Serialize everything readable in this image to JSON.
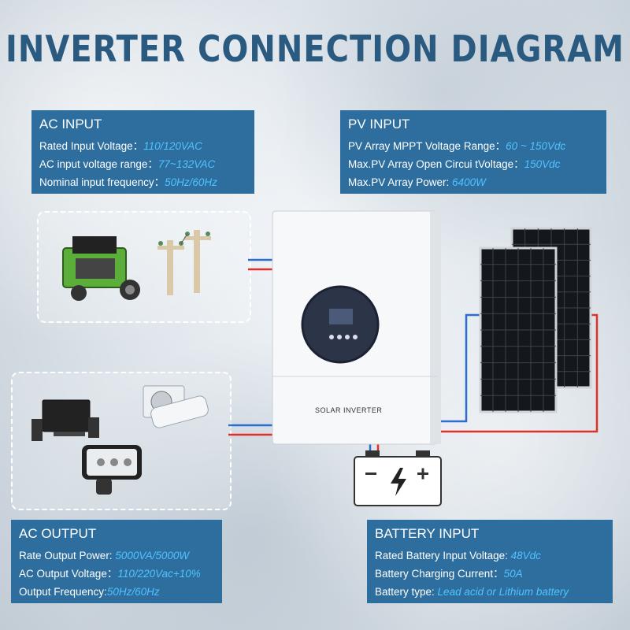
{
  "title": "INVERTER CONNECTION DIAGRAM",
  "ac_input": {
    "heading": "AC INPUT",
    "rows": [
      {
        "label": "Rated Input Voltage：",
        "value": "110/120VAC"
      },
      {
        "label": "AC input voltage range：",
        "value": "77~132VAC"
      },
      {
        "label": "Nominal input frequency：",
        "value": "50Hz/60Hz"
      }
    ]
  },
  "pv_input": {
    "heading": "PV INPUT",
    "rows": [
      {
        "label": "PV Array MPPT Voltage Range：",
        "value": "60 ~ 150Vdc"
      },
      {
        "label": "Max.PV Array Open Circui tVoltage：",
        "value": "150Vdc"
      },
      {
        "label": "Max.PV Array Power: ",
        "value": "6400W"
      }
    ]
  },
  "ac_output": {
    "heading": "AC OUTPUT",
    "rows": [
      {
        "label": "Rate Output Power: ",
        "value": "5000VA/5000W"
      },
      {
        "label": "AC Output Voltage：",
        "value": "110/220Vac+10%"
      },
      {
        "label": "Output Frequency:",
        "value": "50Hz/60Hz"
      }
    ]
  },
  "battery_input": {
    "heading": "BATTERY INPUT",
    "rows": [
      {
        "label": "Rated Battery Input Voltage: ",
        "value": "48Vdc"
      },
      {
        "label": "Battery Charging Current：",
        "value": "50A"
      },
      {
        "label": "Battery type: ",
        "value": "Lead acid or Lithium battery"
      }
    ]
  },
  "inverter_label": "SOLAR INVERTER",
  "colors": {
    "panel_bg": "#2e6e9e",
    "value_text": "#4fc3ff",
    "title": "#2b5a80",
    "wire_red": "#e0302a",
    "wire_blue": "#2a6fd0"
  },
  "icons": [
    "generator-icon",
    "utility-pole-icon",
    "tv-icon",
    "air-conditioner-icon",
    "smartphone-icon",
    "battery-icon",
    "solar-panel-icon",
    "inverter-icon"
  ]
}
